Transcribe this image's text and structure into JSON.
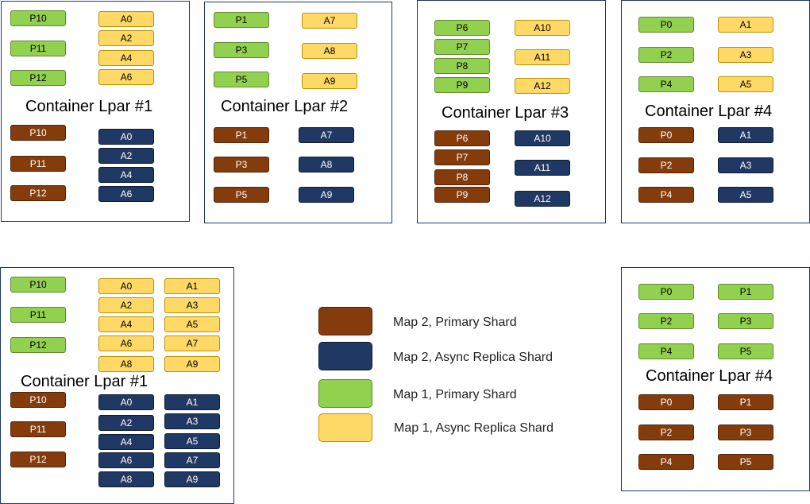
{
  "containers": [
    {
      "title": "Container Lpar #1",
      "shards": [
        {
          "label": "P10",
          "kind": "map1-primary"
        },
        {
          "label": "P11",
          "kind": "map1-primary"
        },
        {
          "label": "P12",
          "kind": "map1-primary"
        },
        {
          "label": "A0",
          "kind": "map1-replica"
        },
        {
          "label": "A2",
          "kind": "map1-replica"
        },
        {
          "label": "A4",
          "kind": "map1-replica"
        },
        {
          "label": "A6",
          "kind": "map1-replica"
        },
        {
          "label": "P10",
          "kind": "map2-primary"
        },
        {
          "label": "P11",
          "kind": "map2-primary"
        },
        {
          "label": "P12",
          "kind": "map2-primary"
        },
        {
          "label": "A0",
          "kind": "map2-replica"
        },
        {
          "label": "A2",
          "kind": "map2-replica"
        },
        {
          "label": "A4",
          "kind": "map2-replica"
        },
        {
          "label": "A6",
          "kind": "map2-replica"
        }
      ]
    },
    {
      "title": "Container Lpar #2",
      "shards": [
        {
          "label": "P1",
          "kind": "map1-primary"
        },
        {
          "label": "P3",
          "kind": "map1-primary"
        },
        {
          "label": "P5",
          "kind": "map1-primary"
        },
        {
          "label": "A7",
          "kind": "map1-replica"
        },
        {
          "label": "A8",
          "kind": "map1-replica"
        },
        {
          "label": "A9",
          "kind": "map1-replica"
        },
        {
          "label": "P1",
          "kind": "map2-primary"
        },
        {
          "label": "P3",
          "kind": "map2-primary"
        },
        {
          "label": "P5",
          "kind": "map2-primary"
        },
        {
          "label": "A7",
          "kind": "map2-replica"
        },
        {
          "label": "A8",
          "kind": "map2-replica"
        },
        {
          "label": "A9",
          "kind": "map2-replica"
        }
      ]
    },
    {
      "title": "Container Lpar #3",
      "shards": [
        {
          "label": "P6",
          "kind": "map1-primary"
        },
        {
          "label": "P7",
          "kind": "map1-primary"
        },
        {
          "label": "P8",
          "kind": "map1-primary"
        },
        {
          "label": "P9",
          "kind": "map1-primary"
        },
        {
          "label": "A10",
          "kind": "map1-replica"
        },
        {
          "label": "A11",
          "kind": "map1-replica"
        },
        {
          "label": "A12",
          "kind": "map1-replica"
        },
        {
          "label": "P6",
          "kind": "map2-primary"
        },
        {
          "label": "P7",
          "kind": "map2-primary"
        },
        {
          "label": "P8",
          "kind": "map2-primary"
        },
        {
          "label": "P9",
          "kind": "map2-primary"
        },
        {
          "label": "A10",
          "kind": "map2-replica"
        },
        {
          "label": "A11",
          "kind": "map2-replica"
        },
        {
          "label": "A12",
          "kind": "map2-replica"
        }
      ]
    },
    {
      "title": "Container Lpar #4",
      "shards": [
        {
          "label": "P0",
          "kind": "map1-primary"
        },
        {
          "label": "P2",
          "kind": "map1-primary"
        },
        {
          "label": "P4",
          "kind": "map1-primary"
        },
        {
          "label": "A1",
          "kind": "map1-replica"
        },
        {
          "label": "A3",
          "kind": "map1-replica"
        },
        {
          "label": "A5",
          "kind": "map1-replica"
        },
        {
          "label": "P0",
          "kind": "map2-primary"
        },
        {
          "label": "P2",
          "kind": "map2-primary"
        },
        {
          "label": "P4",
          "kind": "map2-primary"
        },
        {
          "label": "A1",
          "kind": "map2-replica"
        },
        {
          "label": "A3",
          "kind": "map2-replica"
        },
        {
          "label": "A5",
          "kind": "map2-replica"
        }
      ]
    },
    {
      "title": "Container Lpar #1",
      "shards": [
        {
          "label": "P10",
          "kind": "map1-primary"
        },
        {
          "label": "P11",
          "kind": "map1-primary"
        },
        {
          "label": "P12",
          "kind": "map1-primary"
        },
        {
          "label": "A0",
          "kind": "map1-replica"
        },
        {
          "label": "A2",
          "kind": "map1-replica"
        },
        {
          "label": "A4",
          "kind": "map1-replica"
        },
        {
          "label": "A6",
          "kind": "map1-replica"
        },
        {
          "label": "A8",
          "kind": "map1-replica"
        },
        {
          "label": "A1",
          "kind": "map1-replica"
        },
        {
          "label": "A3",
          "kind": "map1-replica"
        },
        {
          "label": "A5",
          "kind": "map1-replica"
        },
        {
          "label": "A7",
          "kind": "map1-replica"
        },
        {
          "label": "A9",
          "kind": "map1-replica"
        },
        {
          "label": "P10",
          "kind": "map2-primary"
        },
        {
          "label": "P11",
          "kind": "map2-primary"
        },
        {
          "label": "P12",
          "kind": "map2-primary"
        },
        {
          "label": "A0",
          "kind": "map2-replica"
        },
        {
          "label": "A2",
          "kind": "map2-replica"
        },
        {
          "label": "A4",
          "kind": "map2-replica"
        },
        {
          "label": "A6",
          "kind": "map2-replica"
        },
        {
          "label": "A8",
          "kind": "map2-replica"
        },
        {
          "label": "A1",
          "kind": "map2-replica"
        },
        {
          "label": "A3",
          "kind": "map2-replica"
        },
        {
          "label": "A5",
          "kind": "map2-replica"
        },
        {
          "label": "A7",
          "kind": "map2-replica"
        },
        {
          "label": "A9",
          "kind": "map2-replica"
        }
      ]
    },
    {
      "title": "Container Lpar #4",
      "shards": [
        {
          "label": "P0",
          "kind": "map1-primary"
        },
        {
          "label": "P2",
          "kind": "map1-primary"
        },
        {
          "label": "P4",
          "kind": "map1-primary"
        },
        {
          "label": "P1",
          "kind": "map1-primary"
        },
        {
          "label": "P3",
          "kind": "map1-primary"
        },
        {
          "label": "P5",
          "kind": "map1-primary"
        },
        {
          "label": "P0",
          "kind": "map2-primary"
        },
        {
          "label": "P2",
          "kind": "map2-primary"
        },
        {
          "label": "P4",
          "kind": "map2-primary"
        },
        {
          "label": "P1",
          "kind": "map2-primary"
        },
        {
          "label": "P3",
          "kind": "map2-primary"
        },
        {
          "label": "P5",
          "kind": "map2-primary"
        }
      ]
    }
  ],
  "legend": [
    {
      "label": "Map 2, Primary Shard",
      "kind": "map2-primary",
      "color": "#843c0c"
    },
    {
      "label": "Map 2, Async Replica Shard",
      "kind": "map2-replica",
      "color": "#1f3864"
    },
    {
      "label": "Map 1, Primary Shard",
      "kind": "map1-primary",
      "color": "#92d050"
    },
    {
      "label": "Map 1, Async Replica Shard",
      "kind": "map1-replica",
      "color": "#ffd966"
    }
  ]
}
